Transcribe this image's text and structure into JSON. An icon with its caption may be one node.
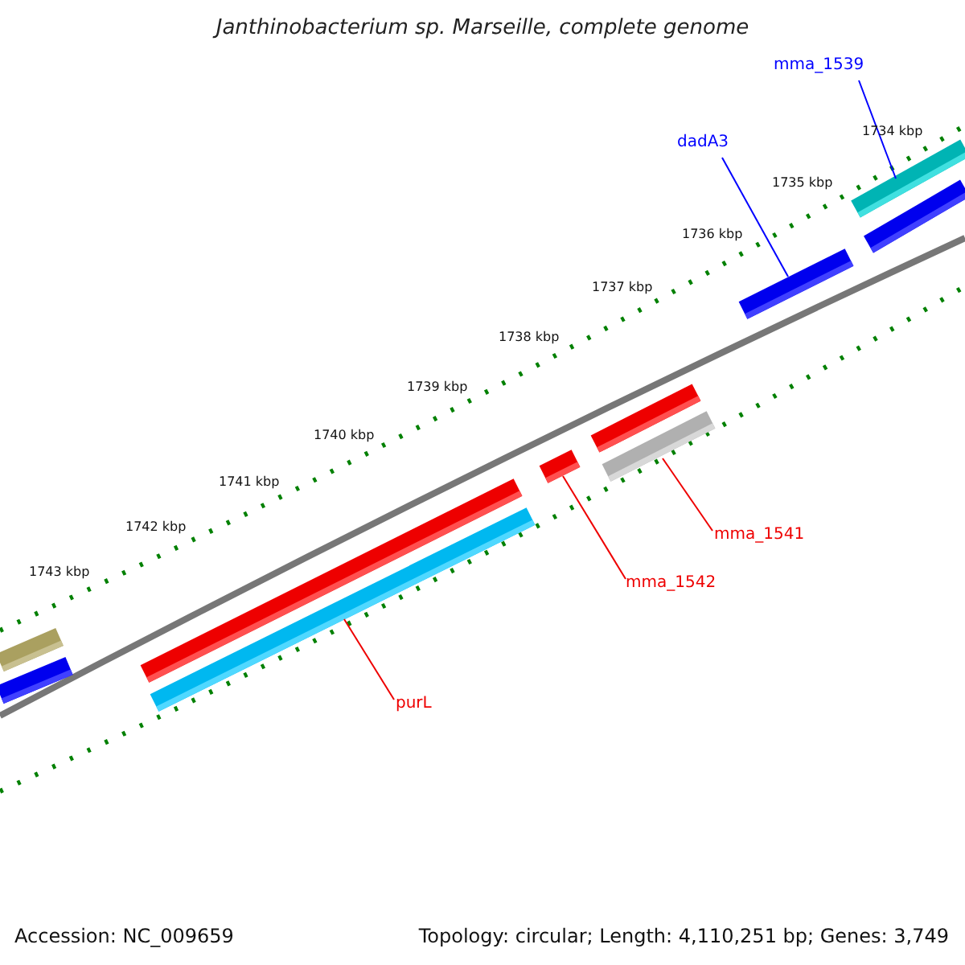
{
  "diagram": {
    "title": "Janthinobacterium sp. Marseille, complete genome",
    "nodes": [
      {
        "text": [
          "mma_1539"
        ]
      },
      {
        "text": [
          "dadA3"
        ]
      },
      {
        "text": [],
        "shape": "bar"
      },
      {
        "text": [],
        "shape": "bar"
      },
      {
        "text": [],
        "shape": "bar"
      },
      {
        "text": [],
        "shape": "bar"
      },
      {
        "text": [],
        "shape": "bar"
      },
      {
        "text": [],
        "shape": "bar"
      },
      {
        "text": [
          "mma_1541"
        ]
      },
      {
        "text": [
          "mma_1542"
        ]
      },
      {
        "text": [],
        "shape": "bar"
      },
      {
        "text": [],
        "shape": "bar"
      },
      {
        "text": [],
        "shape": "bar"
      },
      {
        "text": [],
        "shape": "bar"
      },
      {
        "text": [
          "purL"
        ]
      }
    ],
    "edges": [
      {
        "from": 0,
        "to": 2,
        "arrow": "none",
        "color": "#0000ff"
      },
      {
        "from": 1,
        "to": 4,
        "arrow": "none",
        "color": "#0000ff"
      },
      {
        "from": 8,
        "to": 6,
        "arrow": "none"
      },
      {
        "from": 9,
        "to": 7,
        "arrow": "none"
      },
      {
        "from": 14,
        "to": 11,
        "arrow": "none"
      }
    ],
    "labels": [
      "1734 kbp",
      "1735 kbp",
      "1736 kbp",
      "1737 kbp",
      "1738 kbp",
      "1739 kbp",
      "1740 kbp",
      "1741 kbp",
      "1742 kbp",
      "1743 kbp",
      "Accession: NC_009659",
      "Topology: circular; Length: 4,110,251 bp; Genes: 3,749"
    ]
  }
}
